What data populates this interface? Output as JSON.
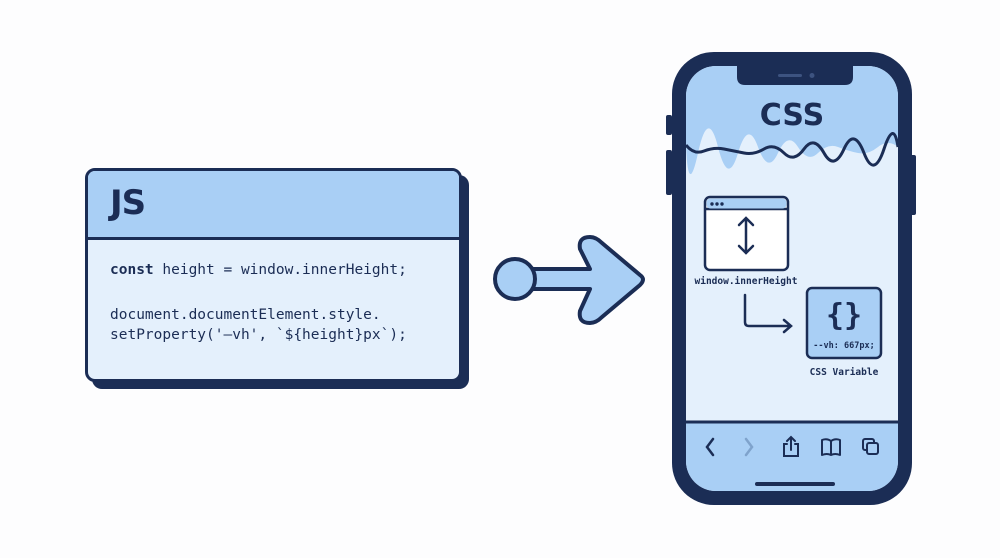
{
  "js_card": {
    "title": "JS",
    "line1_keyword": "const",
    "line1_rest": " height = window.innerHeight;",
    "line2": "document.documentElement.style.",
    "line3": "setProperty('—vh', `${height}px`);"
  },
  "phone": {
    "title": "CSS",
    "window_label": "window.innerHeight",
    "css_var_value": "--vh: 667px;",
    "css_var_label": "CSS Variable",
    "nav_icons": [
      "back-icon",
      "forward-icon",
      "share-icon",
      "bookmarks-icon",
      "tabs-icon"
    ]
  },
  "colors": {
    "navy": "#1b2d55",
    "light_blue": "#a9cff5",
    "pale_blue": "#e4f0fc"
  }
}
